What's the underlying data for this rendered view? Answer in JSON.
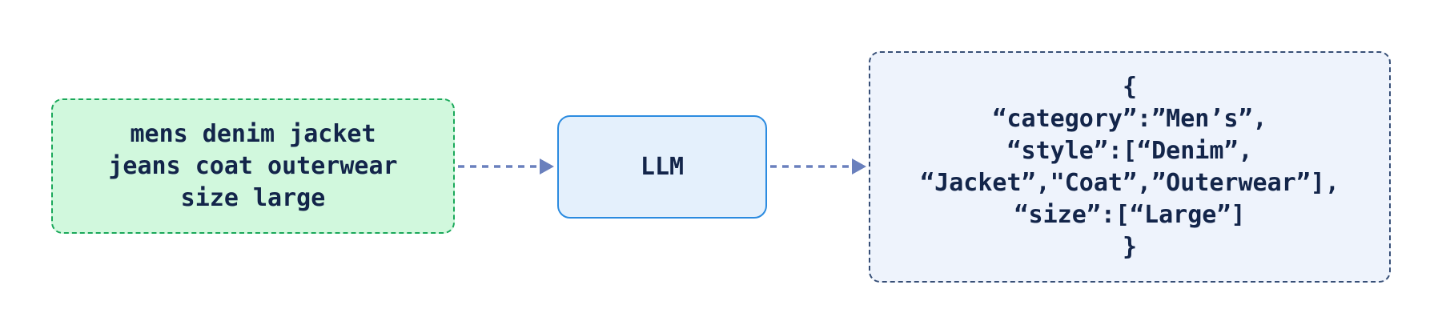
{
  "input": {
    "lines": [
      "mens denim jacket",
      "jeans coat outerwear",
      "size large"
    ]
  },
  "model": {
    "label": "LLM"
  },
  "output": {
    "lines": [
      "{",
      "“category”:”Men’s”,",
      "“style”:[“Denim”,",
      "“Jacket”,\"Coat”,”Outerwear”],",
      "“size”:[“Large”]",
      "}"
    ]
  },
  "colors": {
    "text": "#13254a",
    "input_fill": "#d1f8dd",
    "input_border": "#1aa85a",
    "llm_fill": "#e4f0fc",
    "llm_border": "#2b8be0",
    "output_fill": "#eef3fc",
    "output_border": "#374f77",
    "arrow": "#6a80bd"
  }
}
